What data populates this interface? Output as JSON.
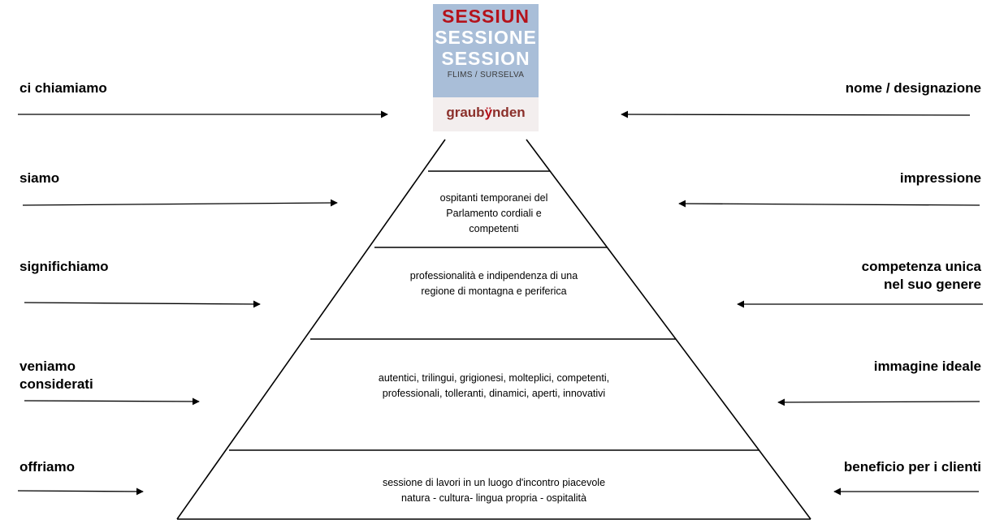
{
  "logo": {
    "line1": "SESSIUN",
    "line2": "SESSIONE",
    "line3": "SESSION",
    "sub": "FLIMS / SURSELVA",
    "brand_left": "graub",
    "brand_mark": "ÿ",
    "brand_right": "nden"
  },
  "left_labels": [
    {
      "line1": "ci chiamiamo",
      "line2": ""
    },
    {
      "line1": "siamo",
      "line2": ""
    },
    {
      "line1": "significhiamo",
      "line2": ""
    },
    {
      "line1": "veniamo",
      "line2": "considerati"
    },
    {
      "line1": "offriamo",
      "line2": ""
    }
  ],
  "right_labels": [
    {
      "line1": "nome / designazione",
      "line2": ""
    },
    {
      "line1": "impressione",
      "line2": ""
    },
    {
      "line1": "competenza unica",
      "line2": "nel suo genere"
    },
    {
      "line1": "immagine ideale",
      "line2": ""
    },
    {
      "line1": "beneficio per i clienti",
      "line2": ""
    }
  ],
  "tiers": [
    {
      "line1": "ospitanti temporanei del",
      "line2": "Parlamento cordiali e",
      "line3": "competenti"
    },
    {
      "line1": "professionalità e indipendenza di una",
      "line2": "regione di montagna e periferica",
      "line3": ""
    },
    {
      "line1": "autentici, trilingui, grigionesi, molteplici, competenti,",
      "line2": "professionali, tolleranti, dinamici, aperti, innovativi",
      "line3": ""
    },
    {
      "line1": "sessione di lavori in un luogo d'incontro piacevole",
      "line2": "natura - cultura- lingua propria - ospitalità",
      "line3": ""
    }
  ]
}
